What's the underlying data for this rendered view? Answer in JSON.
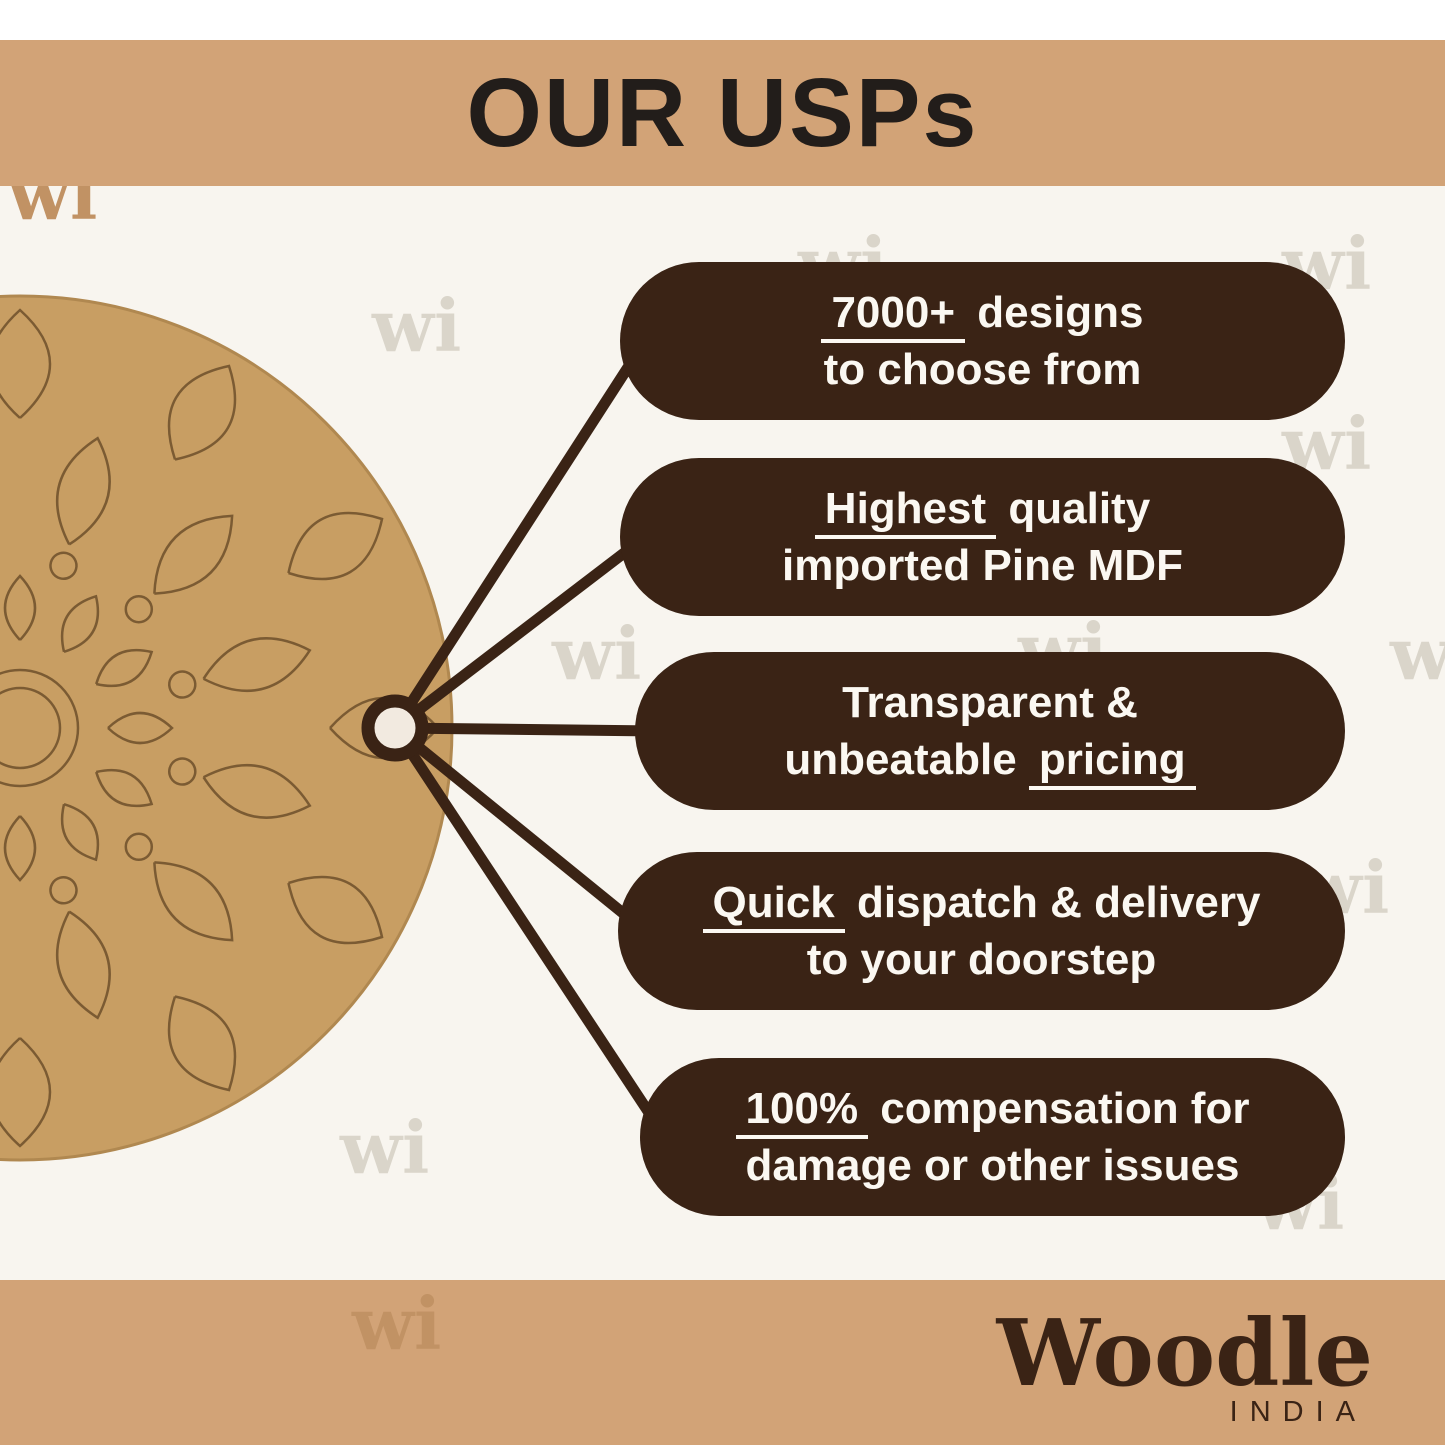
{
  "header": {
    "title": "OUR USPs"
  },
  "usps": [
    {
      "lines": [
        {
          "pre": "",
          "u": "7000+",
          "post": " designs"
        },
        {
          "pre": "to choose from",
          "u": "",
          "post": ""
        }
      ]
    },
    {
      "lines": [
        {
          "pre": "",
          "u": "Highest",
          "post": " quality"
        },
        {
          "pre": "imported Pine MDF",
          "u": "",
          "post": ""
        }
      ]
    },
    {
      "lines": [
        {
          "pre": "Transparent &",
          "u": "",
          "post": ""
        },
        {
          "pre": "unbeatable ",
          "u": "pricing",
          "post": ""
        }
      ]
    },
    {
      "lines": [
        {
          "pre": "",
          "u": "Quick",
          "post": " dispatch & delivery"
        },
        {
          "pre": "to your doorstep",
          "u": "",
          "post": ""
        }
      ]
    },
    {
      "lines": [
        {
          "pre": "",
          "u": "100%",
          "post": " compensation for"
        },
        {
          "pre": "damage or other issues",
          "u": "",
          "post": ""
        }
      ]
    }
  ],
  "footer": {
    "brand": "Woodle",
    "country": "INDIA"
  },
  "watermark": {
    "text": "wi"
  },
  "colors": {
    "band": "#D2A377",
    "pill": "#3A2315",
    "background": "#F8F5EF",
    "mdf_board": "#C89E63",
    "engraving_line": "#7B5B33",
    "title_text": "#221D1A",
    "pill_text": "#FBF8F2"
  }
}
